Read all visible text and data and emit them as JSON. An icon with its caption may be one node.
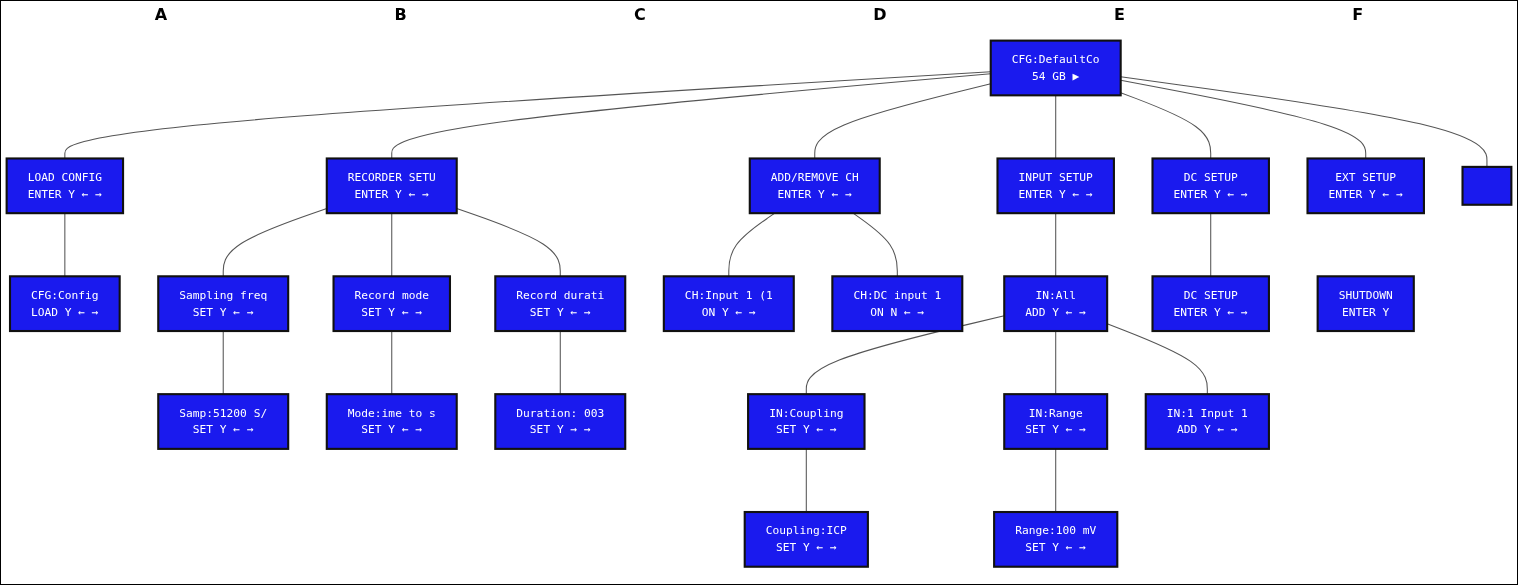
{
  "diagram": {
    "nodes": [
      {
        "text": [
          "CFG:DefaultCo",
          "54 GB ▶"
        ]
      },
      {
        "text": [
          "LOAD CONFIG",
          "ENTER Y ← →"
        ]
      },
      {
        "text": [
          "RECORDER SETU",
          "ENTER Y ← →"
        ]
      },
      {
        "text": [
          "ADD/REMOVE CH",
          "ENTER Y ← →"
        ]
      },
      {
        "text": [
          "INPUT SETUP",
          "ENTER Y ← →"
        ]
      },
      {
        "text": [
          "DC SETUP",
          "ENTER Y ← →"
        ]
      },
      {
        "text": [
          "EXT SETUP",
          "ENTER Y ← →"
        ]
      },
      {
        "text": [],
        "shape": "box"
      },
      {
        "text": [
          "CFG:Config",
          "LOAD Y ← →"
        ]
      },
      {
        "text": [
          "Sampling freq",
          "SET Y ← →"
        ]
      },
      {
        "text": [
          "Samp:51200 S/",
          "SET Y ← →"
        ]
      },
      {
        "text": [
          "Record mode",
          "SET Y ← →"
        ]
      },
      {
        "text": [
          "Mode:ime to s",
          "SET Y ← →"
        ]
      },
      {
        "text": [
          "Record durati",
          "SET Y ← →"
        ]
      },
      {
        "text": [
          "Duration: 003",
          "SET Y → →"
        ]
      },
      {
        "text": [
          "CH:Input 1 (1",
          "ON Y ← →"
        ]
      },
      {
        "text": [
          "CH:DC input 1",
          "ON N ← →"
        ]
      },
      {
        "text": [
          "IN:All",
          "ADD Y ← →"
        ]
      },
      {
        "text": [
          "IN:1 Input 1",
          "ADD Y ← →"
        ]
      },
      {
        "text": [
          "IN:Coupling",
          "SET Y ← →"
        ]
      },
      {
        "text": [
          "Coupling:ICP",
          "SET Y ← →"
        ]
      },
      {
        "text": [
          "IN:Range",
          "SET Y ← →"
        ]
      },
      {
        "text": [
          "Range:100 mV",
          "SET Y ← →"
        ]
      },
      {
        "text": [
          "DC SETUP",
          "ENTER Y ← →"
        ]
      },
      {
        "text": [
          "SHUTDOWN",
          "ENTER Y"
        ]
      }
    ],
    "edges": [
      {
        "from": 0,
        "to": 1,
        "arrow": "none"
      },
      {
        "from": 0,
        "to": 2,
        "arrow": "none"
      },
      {
        "from": 0,
        "to": 3,
        "arrow": "none"
      },
      {
        "from": 0,
        "to": 4,
        "arrow": "none"
      },
      {
        "from": 0,
        "to": 5,
        "arrow": "none"
      },
      {
        "from": 0,
        "to": 6,
        "arrow": "none"
      },
      {
        "from": 0,
        "to": 7,
        "arrow": "none"
      },
      {
        "from": 1,
        "to": 8,
        "arrow": "none"
      },
      {
        "from": 2,
        "to": 9,
        "arrow": "none"
      },
      {
        "from": 9,
        "to": 10,
        "arrow": "none"
      },
      {
        "from": 2,
        "to": 11,
        "arrow": "none"
      },
      {
        "from": 11,
        "to": 12,
        "arrow": "none"
      },
      {
        "from": 2,
        "to": 13,
        "arrow": "none"
      },
      {
        "from": 13,
        "to": 14,
        "arrow": "none"
      },
      {
        "from": 3,
        "to": 15,
        "arrow": "none"
      },
      {
        "from": 3,
        "to": 16,
        "arrow": "none"
      },
      {
        "from": 4,
        "to": 17,
        "arrow": "none"
      },
      {
        "from": 17,
        "to": 19,
        "arrow": "none"
      },
      {
        "from": 19,
        "to": 20,
        "arrow": "none"
      },
      {
        "from": 17,
        "to": 21,
        "arrow": "none"
      },
      {
        "from": 21,
        "to": 22,
        "arrow": "none"
      },
      {
        "from": 17,
        "to": 18,
        "arrow": "none"
      },
      {
        "from": 5,
        "to": 23,
        "arrow": "none"
      }
    ],
    "labels": [
      "A",
      "B",
      "C",
      "D",
      "E",
      "F"
    ]
  }
}
